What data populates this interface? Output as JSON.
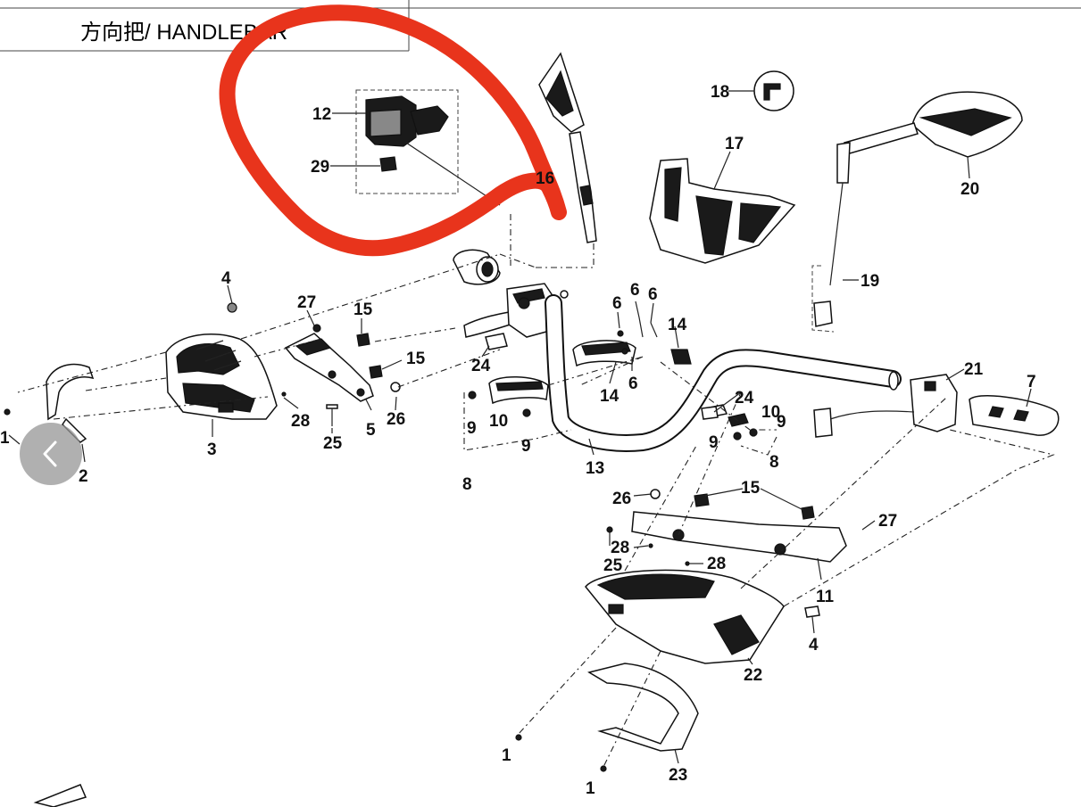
{
  "title": "方向把/ HANDLEBAR",
  "highlight_color": "#e8341c",
  "back_button_icon": "chevron-left-icon",
  "labels": {
    "p1a": "1",
    "p1b": "1",
    "p1c": "1",
    "p2": "2",
    "p3": "3",
    "p4a": "4",
    "p4b": "4",
    "p5": "5",
    "p6a": "6",
    "p6b": "6",
    "p6c": "6",
    "p6d": "6",
    "p7": "7",
    "p8a": "8",
    "p8b": "8",
    "p9a": "9",
    "p9b": "9",
    "p9c": "9",
    "p9d": "9",
    "p10a": "10",
    "p10b": "10",
    "p11": "11",
    "p12": "12",
    "p13": "13",
    "p14a": "14",
    "p14b": "14",
    "p15a": "15",
    "p15b": "15",
    "p15c": "15",
    "p16": "16",
    "p17": "17",
    "p18": "18",
    "p19": "19",
    "p20": "20",
    "p21": "21",
    "p22": "22",
    "p23": "23",
    "p24a": "24",
    "p24b": "24",
    "p25a": "25",
    "p25b": "25",
    "p26a": "26",
    "p26b": "26",
    "p27a": "27",
    "p27b": "27",
    "p28a": "28",
    "p28b": "28",
    "p28c": "28",
    "p29": "29"
  }
}
